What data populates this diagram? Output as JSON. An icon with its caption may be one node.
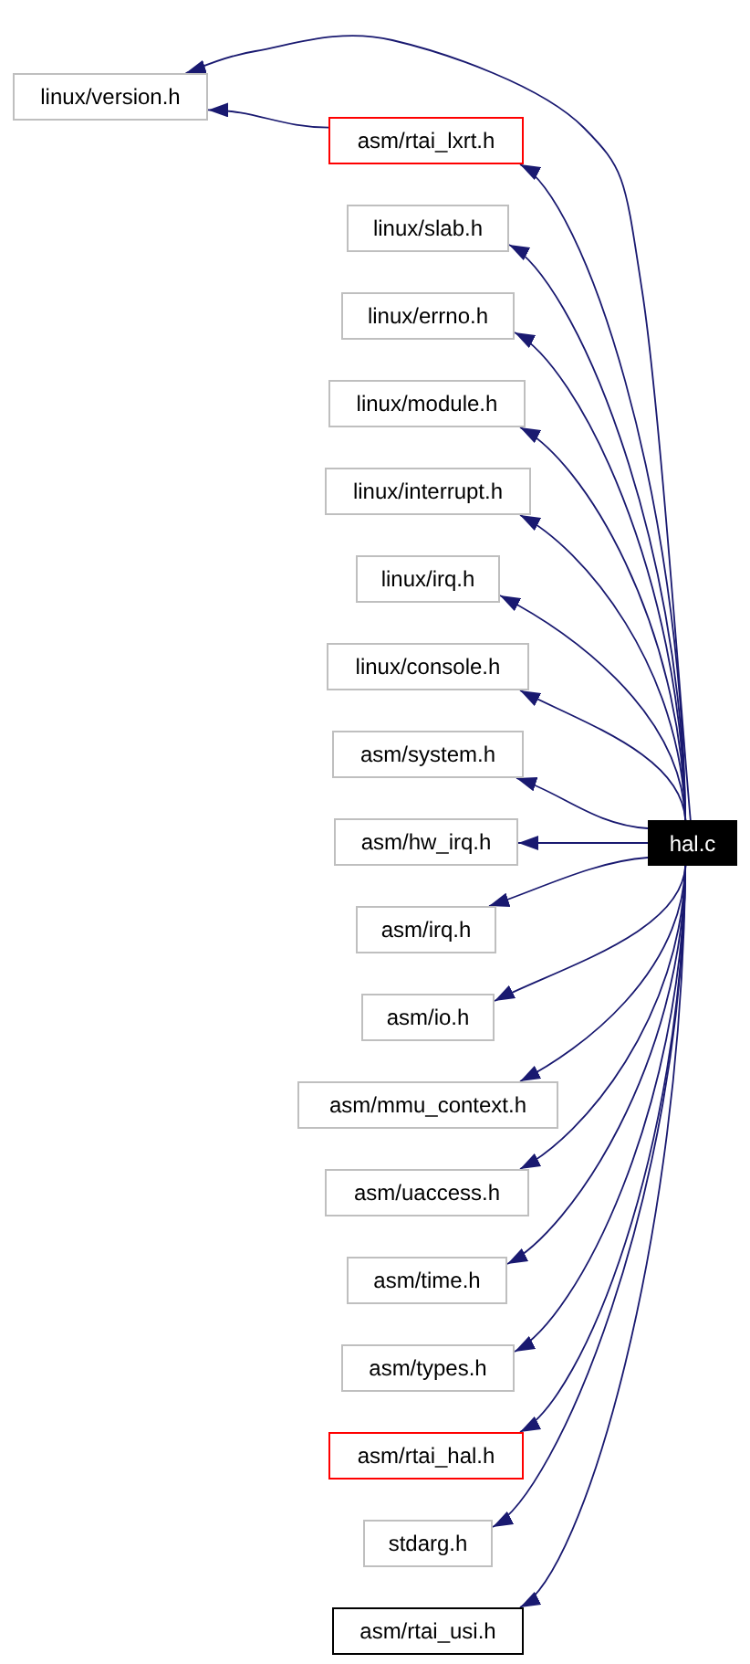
{
  "diagram": {
    "nodes": [
      {
        "text": [
          "linux/version.h"
        ]
      },
      {
        "text": [
          "asm/rtai_lxrt.h"
        ]
      },
      {
        "text": [
          "linux/slab.h"
        ]
      },
      {
        "text": [
          "linux/errno.h"
        ]
      },
      {
        "text": [
          "linux/module.h"
        ]
      },
      {
        "text": [
          "linux/interrupt.h"
        ]
      },
      {
        "text": [
          "linux/irq.h"
        ]
      },
      {
        "text": [
          "linux/console.h"
        ]
      },
      {
        "text": [
          "asm/system.h"
        ]
      },
      {
        "text": [
          "asm/hw_irq.h"
        ]
      },
      {
        "text": [
          "hal.c"
        ]
      },
      {
        "text": [
          "asm/irq.h"
        ]
      },
      {
        "text": [
          "asm/io.h"
        ]
      },
      {
        "text": [
          "asm/mmu_context.h"
        ]
      },
      {
        "text": [
          "asm/uaccess.h"
        ]
      },
      {
        "text": [
          "asm/time.h"
        ]
      },
      {
        "text": [
          "asm/types.h"
        ]
      },
      {
        "text": [
          "asm/rtai_hal.h"
        ]
      },
      {
        "text": [
          "stdarg.h"
        ]
      },
      {
        "text": [
          "asm/rtai_usi.h"
        ]
      }
    ],
    "edges": [
      {
        "from": 10,
        "to": 0,
        "arrow": "to"
      },
      {
        "from": 10,
        "to": 1,
        "arrow": "to"
      },
      {
        "from": 1,
        "to": 0,
        "arrow": "to"
      },
      {
        "from": 10,
        "to": 2,
        "arrow": "to"
      },
      {
        "from": 10,
        "to": 3,
        "arrow": "to"
      },
      {
        "from": 10,
        "to": 4,
        "arrow": "to"
      },
      {
        "from": 10,
        "to": 5,
        "arrow": "to"
      },
      {
        "from": 10,
        "to": 6,
        "arrow": "to"
      },
      {
        "from": 10,
        "to": 7,
        "arrow": "to"
      },
      {
        "from": 10,
        "to": 8,
        "arrow": "to"
      },
      {
        "from": 10,
        "to": 9,
        "arrow": "to"
      },
      {
        "from": 10,
        "to": 11,
        "arrow": "to"
      },
      {
        "from": 10,
        "to": 12,
        "arrow": "to"
      },
      {
        "from": 10,
        "to": 13,
        "arrow": "to"
      },
      {
        "from": 10,
        "to": 14,
        "arrow": "to"
      },
      {
        "from": 10,
        "to": 15,
        "arrow": "to"
      },
      {
        "from": 10,
        "to": 16,
        "arrow": "to"
      },
      {
        "from": 10,
        "to": 17,
        "arrow": "to"
      },
      {
        "from": 10,
        "to": 18,
        "arrow": "to"
      },
      {
        "from": 10,
        "to": 19,
        "arrow": "to"
      }
    ]
  }
}
